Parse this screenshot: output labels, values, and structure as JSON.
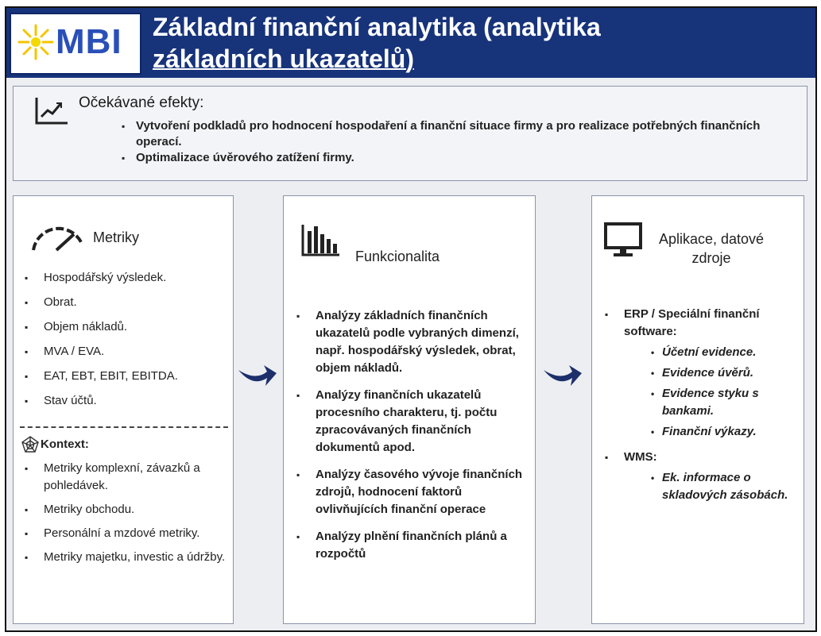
{
  "header": {
    "logo_text": "MBI",
    "title_line1": "Základní finanční analytika (analytika",
    "title_line2": "základních ukazatelů)"
  },
  "effects": {
    "heading": "Očekávané efekty:",
    "items": [
      "Vytvoření podkladů pro hodnocení hospodaření a finanční situace firmy a pro realizace potřebných finančních operací.",
      "Optimalizace úvěrového zatížení firmy."
    ],
    "icon": "trend-chart-icon"
  },
  "metriky": {
    "title": "Metriky",
    "icon": "gauge-icon",
    "items": [
      "Hospodářský výsledek.",
      "Obrat.",
      "Objem nákladů.",
      "MVA / EVA.",
      "EAT, EBT, EBIT, EBITDA.",
      "Stav účtů."
    ],
    "context_title": "Kontext:",
    "context_icon": "spider-web-icon",
    "context_items": [
      "Metriky komplexní, závazků a pohledávek.",
      "Metriky obchodu.",
      "Personální a mzdové metriky.",
      "Metriky majetku, investic a údržby."
    ]
  },
  "funkcionalita": {
    "title": "Funkcionalita",
    "icon": "bar-chart-icon",
    "items": [
      "Analýzy základních finančních ukazatelů podle vybraných dimenzí, např. hospodářský výsledek, obrat, objem nákladů.",
      "Analýzy finančních ukazatelů procesního charakteru, tj. počtu zpracovávaných finančních dokumentů apod.",
      "Analýzy časového vývoje finančních zdrojů, hodnocení faktorů ovlivňujících finanční operace",
      "Analýzy plnění finančních plánů a rozpočtů"
    ]
  },
  "aplikace": {
    "title": "Aplikace, datové zdroje",
    "icon": "monitor-icon",
    "erp_label": "ERP / Speciální finanční software:",
    "erp_items": [
      "Účetní evidence.",
      "Evidence úvěrů.",
      "Evidence styku s bankami.",
      "Finanční výkazy."
    ],
    "wms_label": "WMS:",
    "wms_items": [
      "Ek. informace o skladových zásobách."
    ]
  },
  "colors": {
    "header_bg": "#17337a",
    "arrow": "#1d2f6b",
    "panel_bg": "#eceef2"
  }
}
